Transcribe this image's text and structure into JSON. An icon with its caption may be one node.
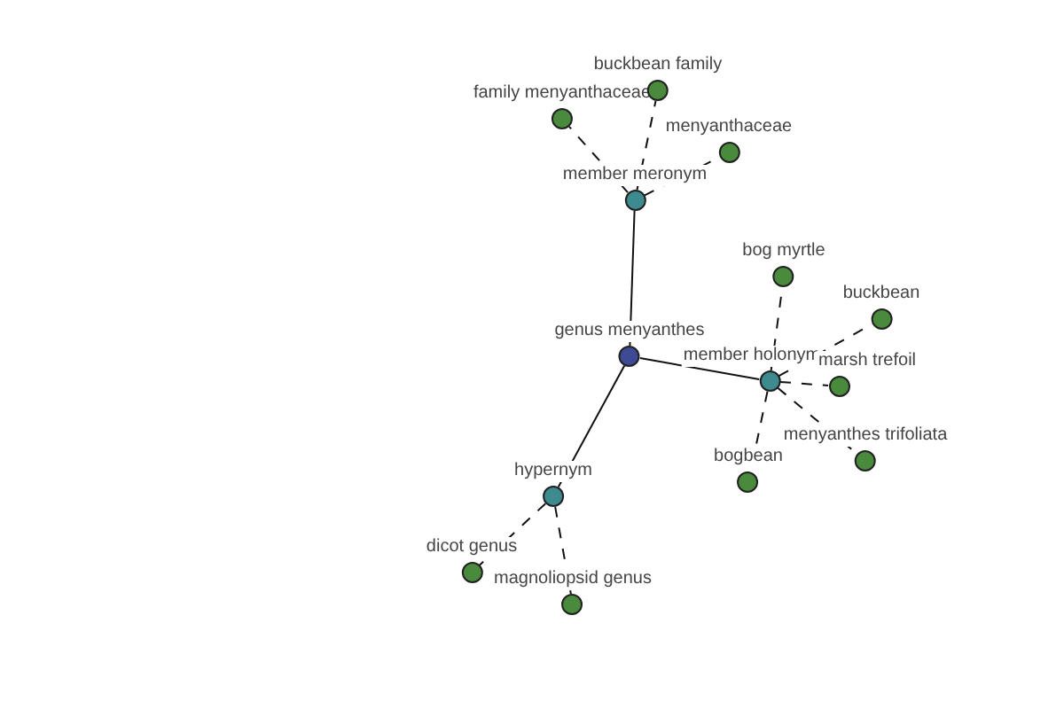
{
  "diagram": {
    "nodes": [
      {
        "text": [
          "genus menyanthes"
        ]
      },
      {
        "text": [
          "member meronym"
        ]
      },
      {
        "text": [
          "family menyanthaceae"
        ]
      },
      {
        "text": [
          "buckbean family"
        ]
      },
      {
        "text": [
          "menyanthaceae"
        ]
      },
      {
        "text": [
          "member holonym"
        ]
      },
      {
        "text": [
          "bog myrtle"
        ]
      },
      {
        "text": [
          "buckbean"
        ]
      },
      {
        "text": [
          "marsh trefoil"
        ]
      },
      {
        "text": [
          "menyanthes trifoliata"
        ]
      },
      {
        "text": [
          "bogbean"
        ]
      },
      {
        "text": [
          "hypernym"
        ]
      },
      {
        "text": [
          "dicot genus"
        ]
      },
      {
        "text": [
          "magnoliopsid genus"
        ]
      }
    ],
    "edges": [
      {
        "from": 0,
        "to": 1,
        "arrow": "none"
      },
      {
        "from": 1,
        "to": 2,
        "arrow": "none",
        "style": "dashed"
      },
      {
        "from": 1,
        "to": 3,
        "arrow": "none",
        "style": "dashed"
      },
      {
        "from": 1,
        "to": 4,
        "arrow": "none",
        "style": "dashed"
      },
      {
        "from": 0,
        "to": 5,
        "arrow": "none"
      },
      {
        "from": 5,
        "to": 6,
        "arrow": "none",
        "style": "dashed"
      },
      {
        "from": 5,
        "to": 7,
        "arrow": "none",
        "style": "dashed"
      },
      {
        "from": 5,
        "to": 8,
        "arrow": "none",
        "style": "dashed"
      },
      {
        "from": 5,
        "to": 9,
        "arrow": "none",
        "style": "dashed"
      },
      {
        "from": 5,
        "to": 10,
        "arrow": "none",
        "style": "dashed"
      },
      {
        "from": 0,
        "to": 11,
        "arrow": "none"
      },
      {
        "from": 11,
        "to": 12,
        "arrow": "none",
        "style": "dashed"
      },
      {
        "from": 11,
        "to": 13,
        "arrow": "none",
        "style": "dashed"
      }
    ]
  }
}
